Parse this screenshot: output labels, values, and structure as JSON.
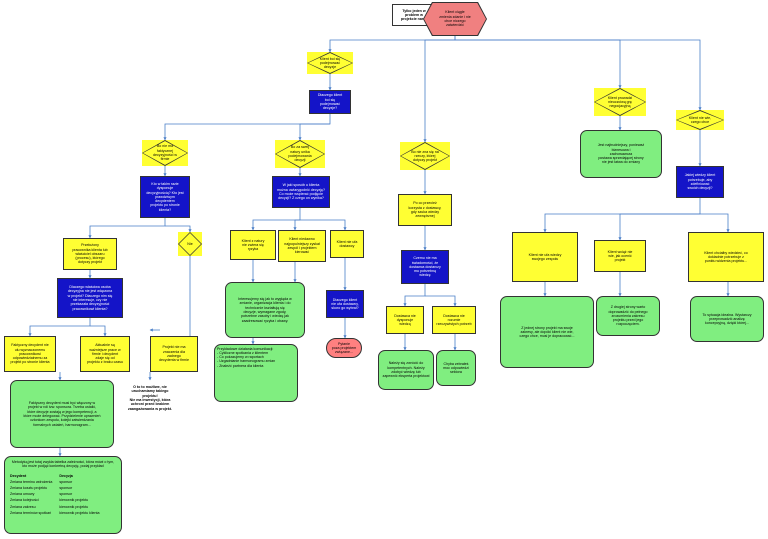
{
  "nodes": {
    "title_box": "Tylko jeden w\nproblem w\nprojekcie naraz",
    "client_root": "Klient ciągle\nzmienia zdanie i nie\nchce niczego\nzatwierdzić",
    "decisions_need": "Klient boi się\npodejmować\ndecyzje",
    "why_afraid": "Dlaczego klient\nboi się\npodejmować\ndecyzje?",
    "not_competent": "Bo nie ma\nfaktycznej\ndecyzyjności w\nfirmie",
    "who_decides": "Kto w takim razie\ndysponuje\ndecyzyjnością? Kto jest\nprawdziwym\ndecydentem\nprojektu po stronie\nklienta?",
    "product_owner": "Przełożony\npracownika klienta lub\nwłaściciel obszaru\n(procesu), którego\ndotyczy projekt",
    "why_not_pm": "Dlaczego właściwa osoba\ndecyzyjna nie jest włączona\nw projekt? Dlaczego nim się\nnie interesuje, czy nie\nprzekazała decyzyjności\npracownikowi klienta?",
    "ask_sponsor": "Faktyczny decydent nie\nulu wyznaczonemu\npracownikowi\nodpowiedzialnemu za\nprojekt po stronie klienta",
    "takes_over": "Aktualnie są\nważniejsze prace w\nfirmie i decydent\nzdaje się od\nprojektu z braku czasu",
    "sponsor_solution": "Faktyczny decydent musi być włączony w\nprojekt w roli tzw. sponsora. Trzeba ustalić,\nktóre decyzje zostają w jego kompetencji, a\nktóre może delegować. Przydzielenie uprawnień\nczłonkom zespołu, kolejki zatwierdzania\nformalnych ustaleń, harmonogram...",
    "nie": "Nie",
    "project_not_fit": "Projekt nie ma\nznaczenia dla\nzadnego\ndecydenta w firmie",
    "opportunity": "O to to możliwe, nie\nuruchamiamy takiego\nprojektu!\nNie ma inwestycji, która\nuchroni przed brakiem\nzaangażowania w projekt.",
    "method": "Metodyką jest tutaj zwykła tabelka zależności, która mówi o tym, kto może podjąć konkretną decyzję, podaj przykład",
    "no_proper": "Bo za sweij\nnatury unika\npodejmowania\ndecyzji",
    "why_avoid": "W jaki sposób u klienta\nmożna uwiarygodnić decyzję?\nCo może wspierać podjęcie\ndecyzji? Z czego on wynika?",
    "client_fears": "Klient z natury\nnie zwiera się\nryzyka",
    "client_no_info": "Klient niedawno\nnajpopulniejszy zyskał\nzespół i projektem\nkierować",
    "client_lost": "Klient nie ufa\ndostawcy",
    "interview": "Interesujemy się jak to wygląda w\nzmianie, organizacja klienta i do\ntechnicznie kształtują się\ndecyzje, wymagane zgody,\npotrzebne zasoby i wiedzę jak\nzaadresować ryzyka i obawy.",
    "why_no_trust": "Dlaczego klient\nnie ufa dostawcy,\nskoro go wybrał?",
    "agile_link": "Pytanie\npoza projektem\nzwiązane...",
    "communication": "Przykładowe działania komunikacji:\n- Cykliczne spotkania z klientem\n- Co pokazujemy w raportach\n- Uzgadnianie harmonogramu zmian\n- Znaleźć partnera dla klienta",
    "no_skills": "Bo nie zna się na\nrzeczy, której\ndotyczy projekt",
    "how_learn": "Po co przecież\nkorzysta z dostawcy,\ngdy szuka wiedzy\nzewnętrznej",
    "what_shows": "Czemu nie ma\nświadomości, że\ndostawca dostarczy\nmu potrzebną\nwiedzę",
    "expects_dev": "Dostawca nie\ndysponuje\nwiedzą",
    "expects_ready": "Dostawca nie\nrozumie\nrzeczywistych potrzeb",
    "hire_expert": "Należy się zwrócić do\nkompetentnych. Należy\nzdobyć wiedzę lub\nzapewnić eksperta projektowi",
    "educate": "Chyba zebrałeś\nmoc odpowiedzi\nsektora",
    "urgent_mgmt": "Klient prowadzi\nnieuczciwą grę\nnegocjacyjną",
    "mgmt_solution": "Jest najtrudniejszy, ponieważ\nbiznesowa i\nzachowawcza\npostawa sprzedającej strony\nnie jest łatwa do zmiany",
    "lack_knowledge": "Klient nie wie,\nczego chce",
    "what_need": "Jakiej wiedzy klient\npotrzebuje, aby\nzdefiniować\nswoich decyzji?",
    "unknown_needs": "Klient nie ufa wiedzy\nswojego zespołu",
    "unknown_scope": "Klient wciąż nie\nwie, jak ocenić\nprojekt",
    "no_tech": "Klient chciałby wiedzieć, co\ndokładnie potrzebuje z\npunktu widzenia projektu...",
    "tech_solution": "Z jednej strony projekt ma swoje\nzakresy, ale dopóki klient nie wie,\nczego chce, musi je dopracować...",
    "scope_solution": "Z drugiej strony warto\ndoprowadzić do pełnego\nzrozumienia zakresu\nprojektu przed jego\nrozpoczęciem.",
    "strategy": "To sytuacja idealna. Wystarczy\nprzeprowadzić analizę\nkoncepcyjną, dzięki której...",
    "decydent": "Decydent",
    "decyzja": "Decyzja"
  },
  "table_rows": [
    [
      "Zmiana terminu wdrożenia",
      "sponsor"
    ],
    [
      "Zmiana kosztu projektu",
      "sponsor"
    ],
    [
      "Zmiana umowy",
      "sponsor"
    ],
    [
      "Zmiana kolejności",
      "kierownik projektu"
    ],
    [
      "Zmiana zakresu",
      "kierownik projektu"
    ],
    [
      "Zmiana terminów spotkań",
      "kierownik projektu klienta"
    ]
  ],
  "colors": {
    "decision": "#ffff33",
    "question": "#1414c8",
    "solution": "#80ee80",
    "root": "#f08080",
    "link": "#4a7fc8"
  }
}
